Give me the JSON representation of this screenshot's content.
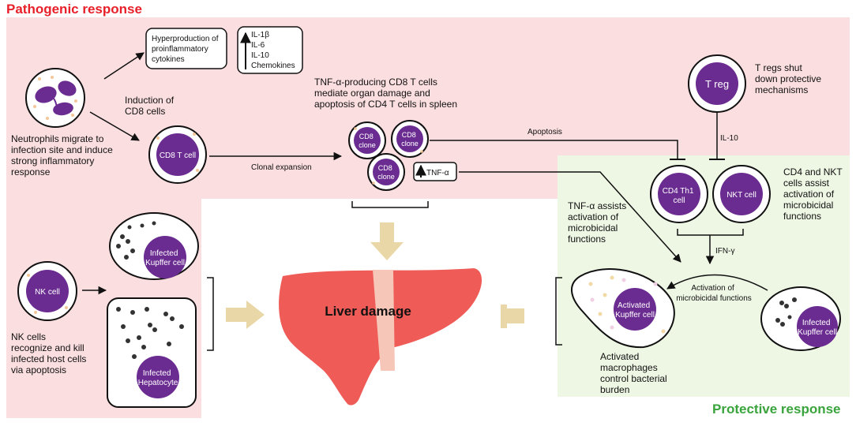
{
  "headings": {
    "pathogenic": "Pathogenic response",
    "protective": "Protective response"
  },
  "colors": {
    "pathogenic_bg": "#fbdedf",
    "protective_bg": "#eef6e4",
    "pathogenic_title": "#e8202a",
    "protective_title": "#3aa43c",
    "cell_purple": "#6b2c91",
    "liver_red": "#ef5b57",
    "liver_stripe": "#f6c6b8",
    "arrow_tan": "#e9d7a7",
    "granule": "#f3c79a"
  },
  "texts": {
    "hyperproduction": [
      "Hyperproduction of",
      "proinflammatory",
      "cytokines"
    ],
    "cytokines": [
      "IL-1β",
      "IL-6",
      "IL-10",
      "Chemokines"
    ],
    "neutrophil_note": [
      "Neutrophils migrate to",
      "infection site and induce",
      "strong inflammatory",
      "response"
    ],
    "induction": [
      "Induction of",
      "CD8 cells"
    ],
    "cd8_t_cell": "CD8 T cell",
    "clonal_expansion": "Clonal expansion",
    "tnf_cd8_note": [
      "TNF-α-producing CD8 T cells",
      "mediate organ damage and",
      "apoptosis of CD4 T cells in spleen"
    ],
    "cd8_clone": [
      "CD8",
      "clone"
    ],
    "tnf_alpha": "TNF-α",
    "apoptosis": "Apoptosis",
    "treg": "T reg",
    "treg_note": [
      "T regs shut",
      "down protective",
      "mechanisms"
    ],
    "il10": "IL-10",
    "cd4_th1": [
      "CD4 Th1",
      "cell"
    ],
    "nkt_cell": "NKT cell",
    "cd4_nkt_note": [
      "CD4 and NKT",
      "cells assist",
      "activation of",
      "microbicidal",
      "functions"
    ],
    "ifn_gamma": "IFN-γ",
    "tnf_assist_note": [
      "TNF-α assists",
      "activation of",
      "microbicidal",
      "functions"
    ],
    "activation_note": [
      "Activation of",
      "microbicidal functions"
    ],
    "activated_kupffer": [
      "Activated",
      "Kupffer cell"
    ],
    "infected_kupffer": [
      "Infected",
      "Kupffer cell"
    ],
    "activated_macrophages_note": [
      "Activated",
      "macrophages",
      "control bacterial",
      "burden"
    ],
    "nk_cell": "NK cell",
    "nk_note": [
      "NK cells",
      "recognize and kill",
      "infected host cells",
      "via apoptosis"
    ],
    "infected_hepatocyte": [
      "Infected",
      "Hepatocyte"
    ],
    "liver_damage": "Liver damage"
  }
}
